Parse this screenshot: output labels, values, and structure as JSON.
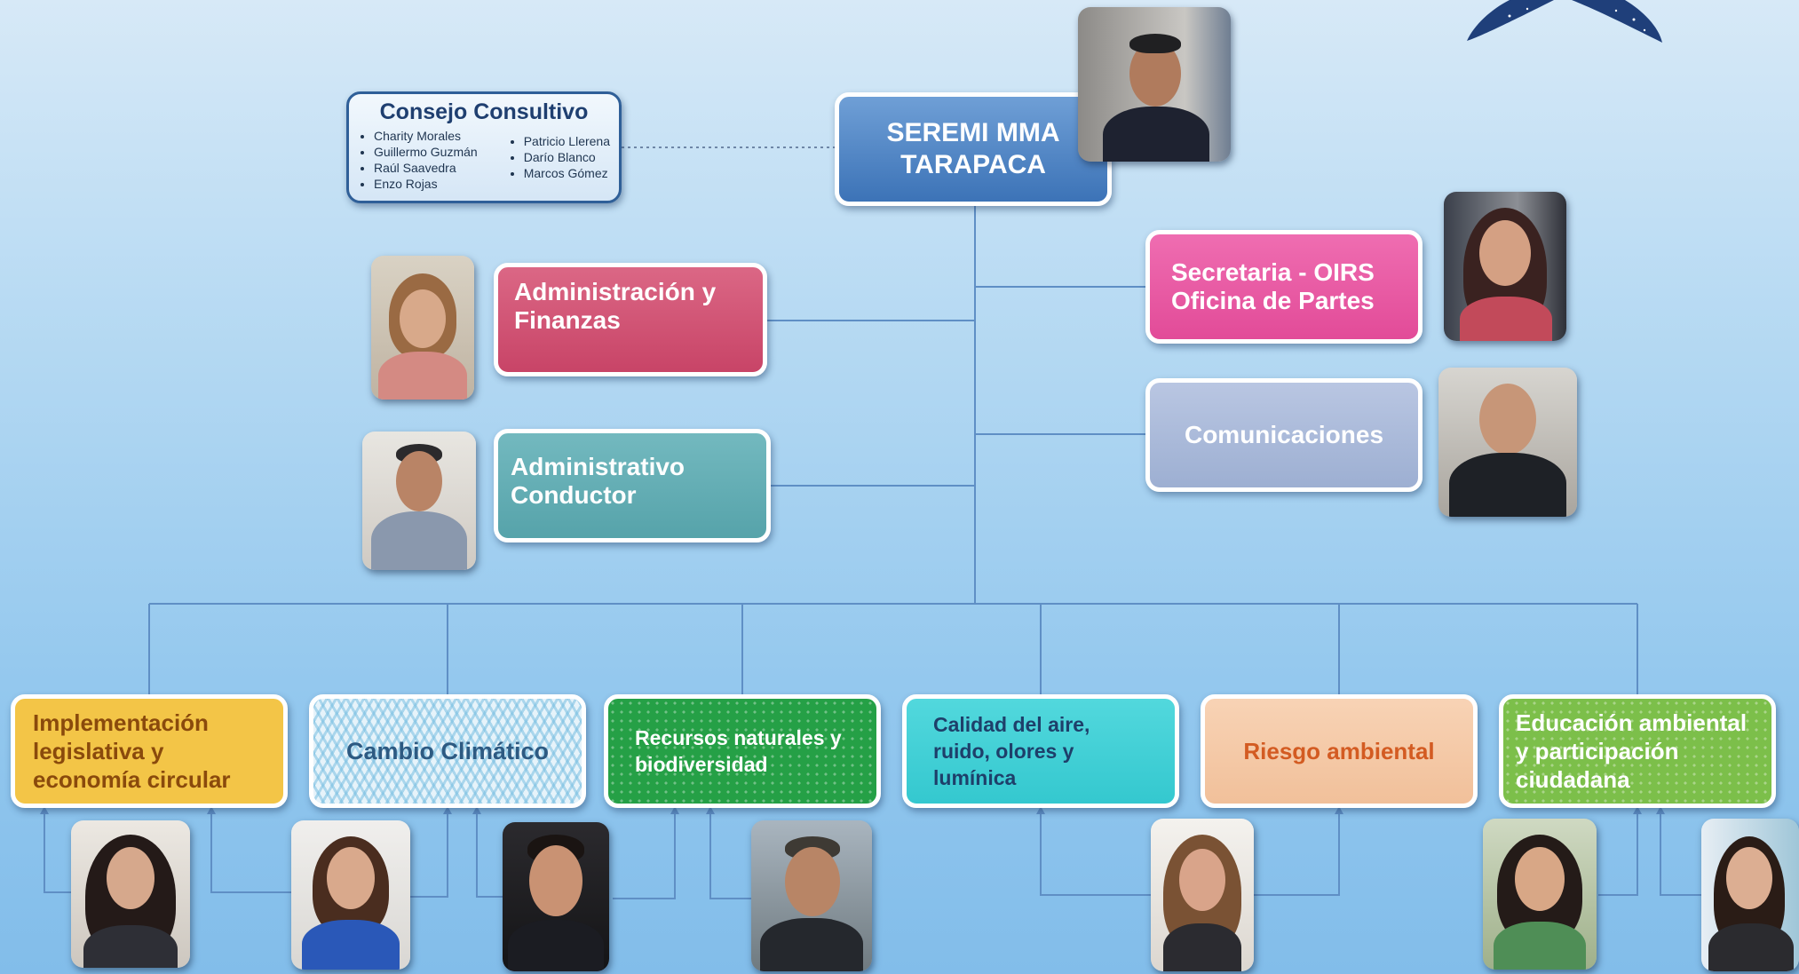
{
  "seremi": {
    "line1": "SEREMI MMA",
    "line2": "TARAPACA"
  },
  "consejo": {
    "title": "Consejo Consultivo",
    "members_left": [
      "Charity Morales",
      "Guillermo Guzmán",
      "Raúl Saavedra",
      "Enzo Rojas"
    ],
    "members_right": [
      "Patricio Llerena",
      "Darío Blanco",
      "Marcos Gómez"
    ]
  },
  "staff": {
    "admin_finanzas": "Administración y Finanzas",
    "administrativo": "Administrativo Conductor",
    "secretaria": "Secretaria - OIRS Oficina de Partes",
    "comunicaciones": "Comunicaciones"
  },
  "departments": [
    {
      "label": "Implementación legislativa y economía circular"
    },
    {
      "label": "Cambio Climático"
    },
    {
      "label": "Recursos naturales y biodiversidad"
    },
    {
      "label": "Calidad del aire, ruido, olores y lumínica"
    },
    {
      "label": "Riesgo ambiental"
    },
    {
      "label": "Educación ambiental y participación ciudadana"
    }
  ],
  "colors": {
    "seremi": "#4a83c6",
    "admin_finanzas": "#d04f72",
    "administrativo": "#5fabb2",
    "secretaria": "#e7559f",
    "comunicaciones": "#aab9d8",
    "implementacion": "#f3c547",
    "cambio": "#dfeff7",
    "recursos": "#25a046",
    "calidad": "#3fd0d6",
    "riesgo": "#f5c8a5",
    "educacion": "#7cbf4a",
    "connector": "#5f8fc5"
  }
}
